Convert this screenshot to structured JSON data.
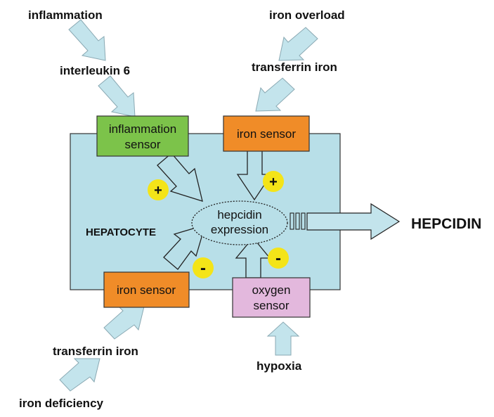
{
  "colors": {
    "cell_fill": "#b8dfe8",
    "arrow_fill": "#c3e4ec",
    "inflammation_sensor": "#7cc34a",
    "iron_sensor": "#f08c28",
    "oxygen_sensor": "#e3b8dd",
    "sign_circle": "#f4e418"
  },
  "labels": {
    "inflammation": "inflammation",
    "interleukin": "interleukin 6",
    "iron_overload": "iron overload",
    "transferrin_top": "transferrin iron",
    "hepatocyte": "HEPATOCYTE",
    "hepcidin": "HEPCIDIN",
    "transferrin_bottom": "transferrin iron",
    "iron_deficiency": "iron deficiency",
    "hypoxia": "hypoxia"
  },
  "boxes": {
    "inflammation_sensor": [
      "inflammation",
      "sensor"
    ],
    "iron_sensor_top": "iron sensor",
    "iron_sensor_bottom": "iron sensor",
    "oxygen_sensor": [
      "oxygen",
      "sensor"
    ]
  },
  "center": [
    "hepcidin",
    "expression"
  ],
  "signs": {
    "inflammation": "+",
    "iron_top": "+",
    "iron_bottom": "-",
    "oxygen": "-"
  },
  "icons": [
    "block-arrow-icon",
    "ellipse-node"
  ]
}
